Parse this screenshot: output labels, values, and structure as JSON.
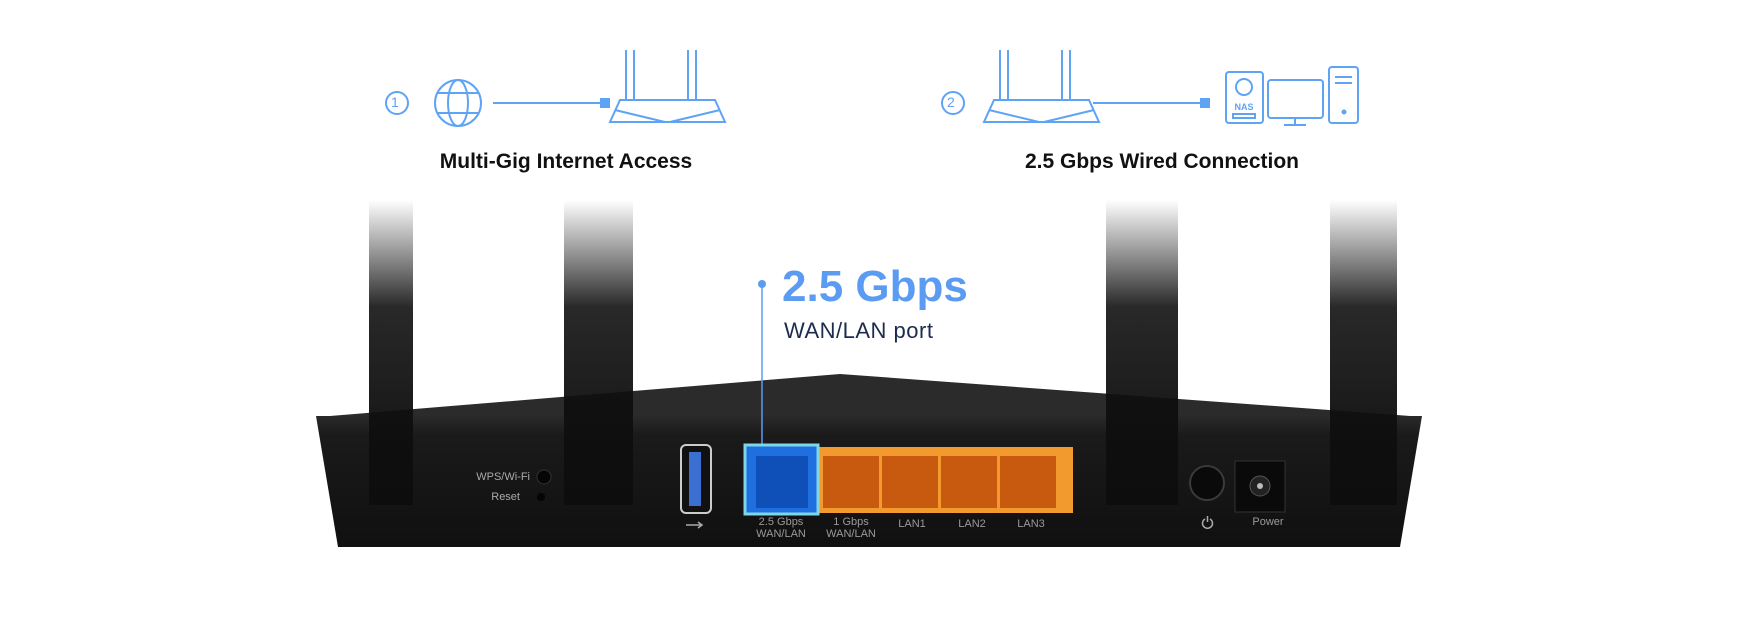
{
  "steps": [
    {
      "number": "1",
      "caption": "Multi-Gig Internet Access"
    },
    {
      "number": "2",
      "caption": "2.5 Gbps Wired Connection"
    }
  ],
  "nas_label": "NAS",
  "callout": {
    "title": "2.5 Gbps",
    "subtitle": "WAN/LAN port"
  },
  "router": {
    "buttons": {
      "wps": "WPS/Wi-Fi",
      "reset": "Reset"
    },
    "ports": [
      {
        "label": "2.5 Gbps WAN/LAN",
        "line1": "2.5 Gbps",
        "line2": "WAN/LAN"
      },
      {
        "label": "1 Gbps WAN/LAN",
        "line1": "1 Gbps",
        "line2": "WAN/LAN"
      },
      {
        "label": "LAN1",
        "line1": "LAN1"
      },
      {
        "label": "LAN2",
        "line1": "LAN2"
      },
      {
        "label": "LAN3",
        "line1": "LAN3"
      }
    ],
    "power_label": "Power"
  },
  "colors": {
    "accent": "#5b9cf2",
    "icon_blue": "#5fa3f5",
    "port_blue": "#1f6fe0",
    "port_orange": "#f29a2e",
    "body": "#161616"
  }
}
